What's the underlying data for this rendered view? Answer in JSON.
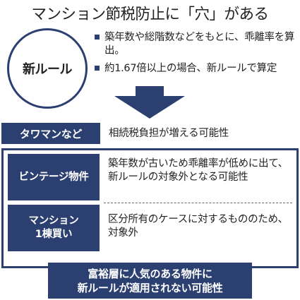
{
  "title": "マンション節税防止に「穴」がある",
  "rule_label": "新ルール",
  "bullets": [
    "築年数や総階数などをもとに、乖離率を算出。",
    "約1.67倍以上の場合、新ルールで算定"
  ],
  "top_row": {
    "tag": "タワマンなど",
    "desc": "相続税負担が増える可能性"
  },
  "rows": [
    {
      "tag": "ビンテージ物件",
      "desc": "築年数が古いため乖離率が低めに出て、新ルールの対象外となる可能性"
    },
    {
      "tag_line1": "マンション",
      "tag_line2": "1棟買い",
      "desc": "区分所有のケースに対するもののため、対象外"
    }
  ],
  "banner": {
    "line1": "富裕層に人気のある物件に",
    "line2": "新ルールが適用されない可能性"
  },
  "colors": {
    "navy": "#2b3f70",
    "text": "#222222",
    "background": "#ffffff"
  }
}
